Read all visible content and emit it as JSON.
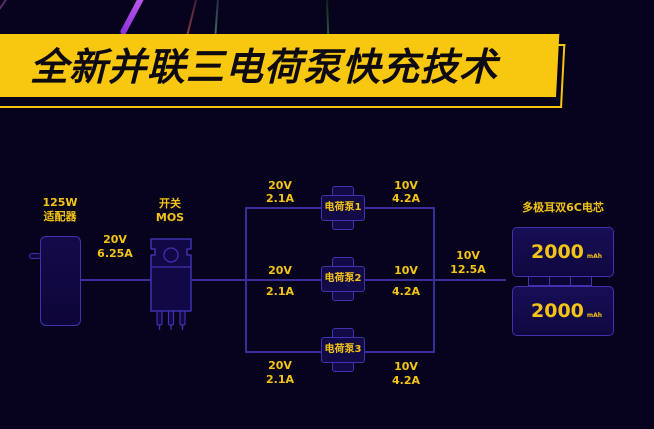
{
  "title": "全新并联三电荷泵快充技术",
  "colors": {
    "background": "#07031c",
    "accent_yellow": "#f8c70f",
    "line_blue": "#3a2e9a",
    "text_yellow": "#f3c415"
  },
  "adapter": {
    "power": "125W",
    "name": "适配器",
    "output_voltage": "20V",
    "output_current": "6.25A"
  },
  "switch": {
    "label": "开关",
    "type": "MOS"
  },
  "charge_pumps": [
    {
      "name": "电荷泵1",
      "in_voltage": "20V",
      "in_current": "2.1A",
      "out_voltage": "10V",
      "out_current": "4.2A"
    },
    {
      "name": "电荷泵2",
      "in_voltage": "20V",
      "in_current": "2.1A",
      "out_voltage": "10V",
      "out_current": "4.2A"
    },
    {
      "name": "电荷泵3",
      "in_voltage": "20V",
      "in_current": "2.1A",
      "out_voltage": "10V",
      "out_current": "4.2A"
    }
  ],
  "combined_output": {
    "voltage": "10V",
    "current": "12.5A"
  },
  "battery": {
    "title": "多极耳双6C电芯",
    "cells": [
      {
        "capacity": "2000",
        "unit": "mAh"
      },
      {
        "capacity": "2000",
        "unit": "mAh"
      }
    ]
  }
}
